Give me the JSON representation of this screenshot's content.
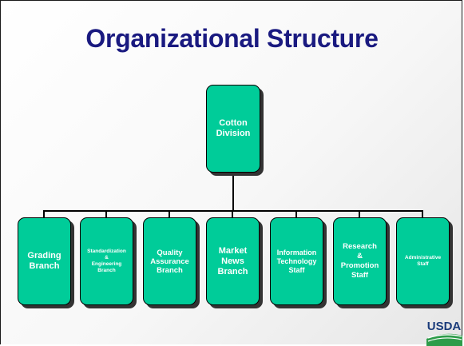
{
  "slide": {
    "title": "Organizational Structure"
  },
  "org_chart": {
    "root": {
      "label": "Cotton\nDivision"
    },
    "branches": [
      {
        "label": "Grading\nBranch",
        "size": "11px",
        "lh": "13px"
      },
      {
        "label": "Standardization\n&\nEngineering\nBranch",
        "size": "6.5px",
        "lh": "8px"
      },
      {
        "label": "Quality\nAssurance\nBranch",
        "size": "9.5px",
        "lh": "11px"
      },
      {
        "label": "Market\nNews\nBranch",
        "size": "11px",
        "lh": "13px"
      },
      {
        "label": "Information\nTechnology\nStaff",
        "size": "9px",
        "lh": "11px"
      },
      {
        "label": "Research\n&\nPromotion\nStaff",
        "size": "9.5px",
        "lh": "12px"
      },
      {
        "label": "Administrative\nStaff",
        "size": "6.5px",
        "lh": "8px"
      }
    ]
  },
  "logo": {
    "text": "USDA",
    "colors": {
      "text": "#1a3b7a",
      "field": "#2e9c4a"
    }
  },
  "colors": {
    "box_fill": "#00cc99",
    "title": "#1a1a80",
    "box_text": "#ffffff"
  }
}
